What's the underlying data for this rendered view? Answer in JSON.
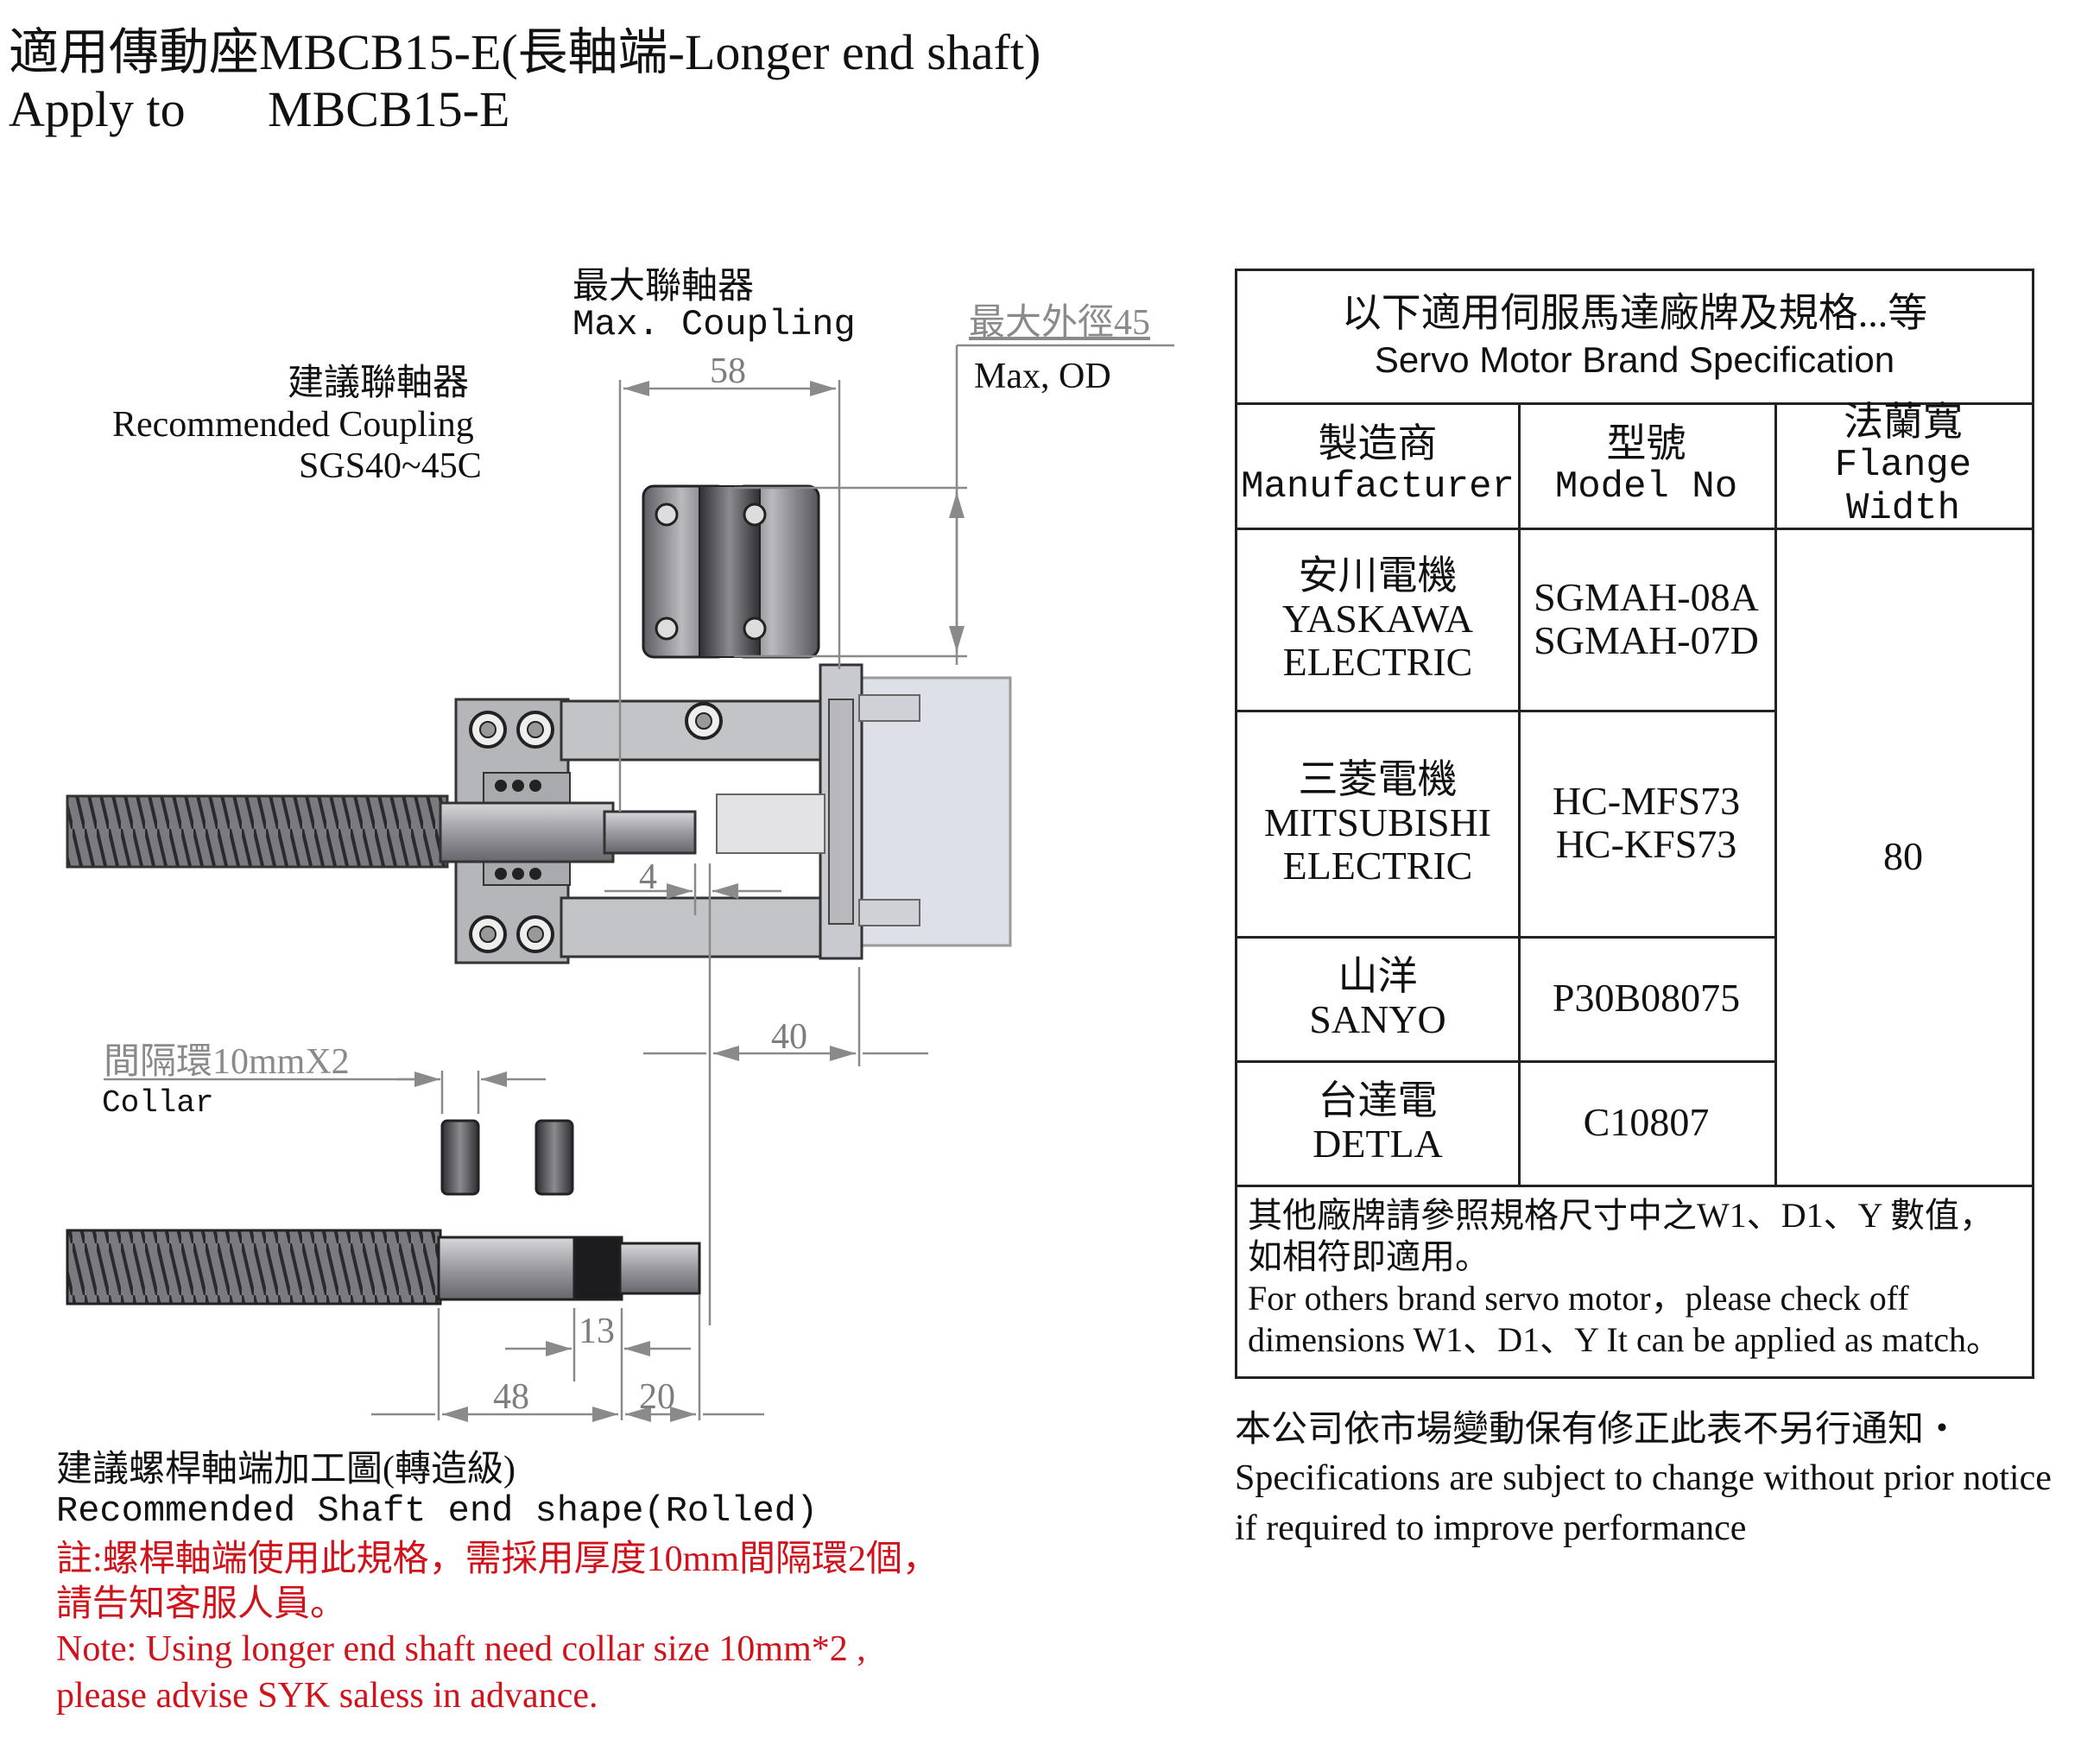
{
  "header": {
    "title_line1": "適用傳動座MBCB15-E(長軸端-Longer end shaft)",
    "title_line2_prefix": "Apply to",
    "title_line2_model": "MBCB15-E"
  },
  "drawing": {
    "max_coupling_zh": "最大聯軸器",
    "max_coupling_en": "Max. Coupling",
    "max_od_zh": "最大外徑45",
    "max_od_en": "Max, OD",
    "recommended_coupling_zh": "建議聯軸器",
    "recommended_coupling_en": "Recommended Coupling",
    "recommended_coupling_model": "SGS40~45C",
    "dim_58": "58",
    "dim_4": "4",
    "dim_40": "40",
    "collar_zh": "間隔環10mmX2",
    "collar_en": "Collar",
    "dim_13": "13",
    "dim_48": "48",
    "dim_20": "20",
    "shaft_title_zh": "建議螺桿軸端加工圖(轉造級)",
    "shaft_title_en": "Recommended Shaft end shape(Rolled)",
    "note_zh_line1": "註:螺桿軸端使用此規格，需採用厚度10mm間隔環2個，",
    "note_zh_line2": "請告知客服人員。",
    "note_en_line1": "Note: Using longer end shaft need collar size 10mm*2 ,",
    "note_en_line2": "please advise SYK  saless in advance."
  },
  "table": {
    "title_zh": "以下適用伺服馬達廠牌及規格...等",
    "title_en": "Servo Motor Brand Specification",
    "columns": [
      {
        "zh": "製造商",
        "en": "Manufacturer"
      },
      {
        "zh": "型號",
        "en": "Model No"
      },
      {
        "zh": "法蘭寬",
        "en": "Flange Width"
      }
    ],
    "rows": [
      {
        "maker_zh": "安川電機",
        "maker_en1": "YASKAWA",
        "maker_en2": "ELECTRIC",
        "model1": "SGMAH-08A",
        "model2": "SGMAH-07D"
      },
      {
        "maker_zh": "三菱電機",
        "maker_en1": "MITSUBISHI",
        "maker_en2": "ELECTRIC",
        "model1": "HC-MFS73",
        "model2": "HC-KFS73"
      },
      {
        "maker_zh": "山洋",
        "maker_en1": "SANYO",
        "maker_en2": "",
        "model1": "P30B08075",
        "model2": ""
      },
      {
        "maker_zh": "台達電",
        "maker_en1": "DETLA",
        "maker_en2": "",
        "model1": "C10807",
        "model2": ""
      }
    ],
    "flange_width": "80",
    "note_zh1": "其他廠牌請參照規格尺寸中之W1、D1、Y 數值，",
    "note_zh2": "如相符即適用。",
    "note_en1": "For others brand servo motor，please check off",
    "note_en2": "dimensions W1、D1、Y It can be applied as match。"
  },
  "footer": {
    "notice_zh": "本公司依市場變動保有修正此表不另行通知‧",
    "notice_en1": "Specifications are subject to change without prior notice",
    "notice_en2": "if required to improve performance"
  }
}
